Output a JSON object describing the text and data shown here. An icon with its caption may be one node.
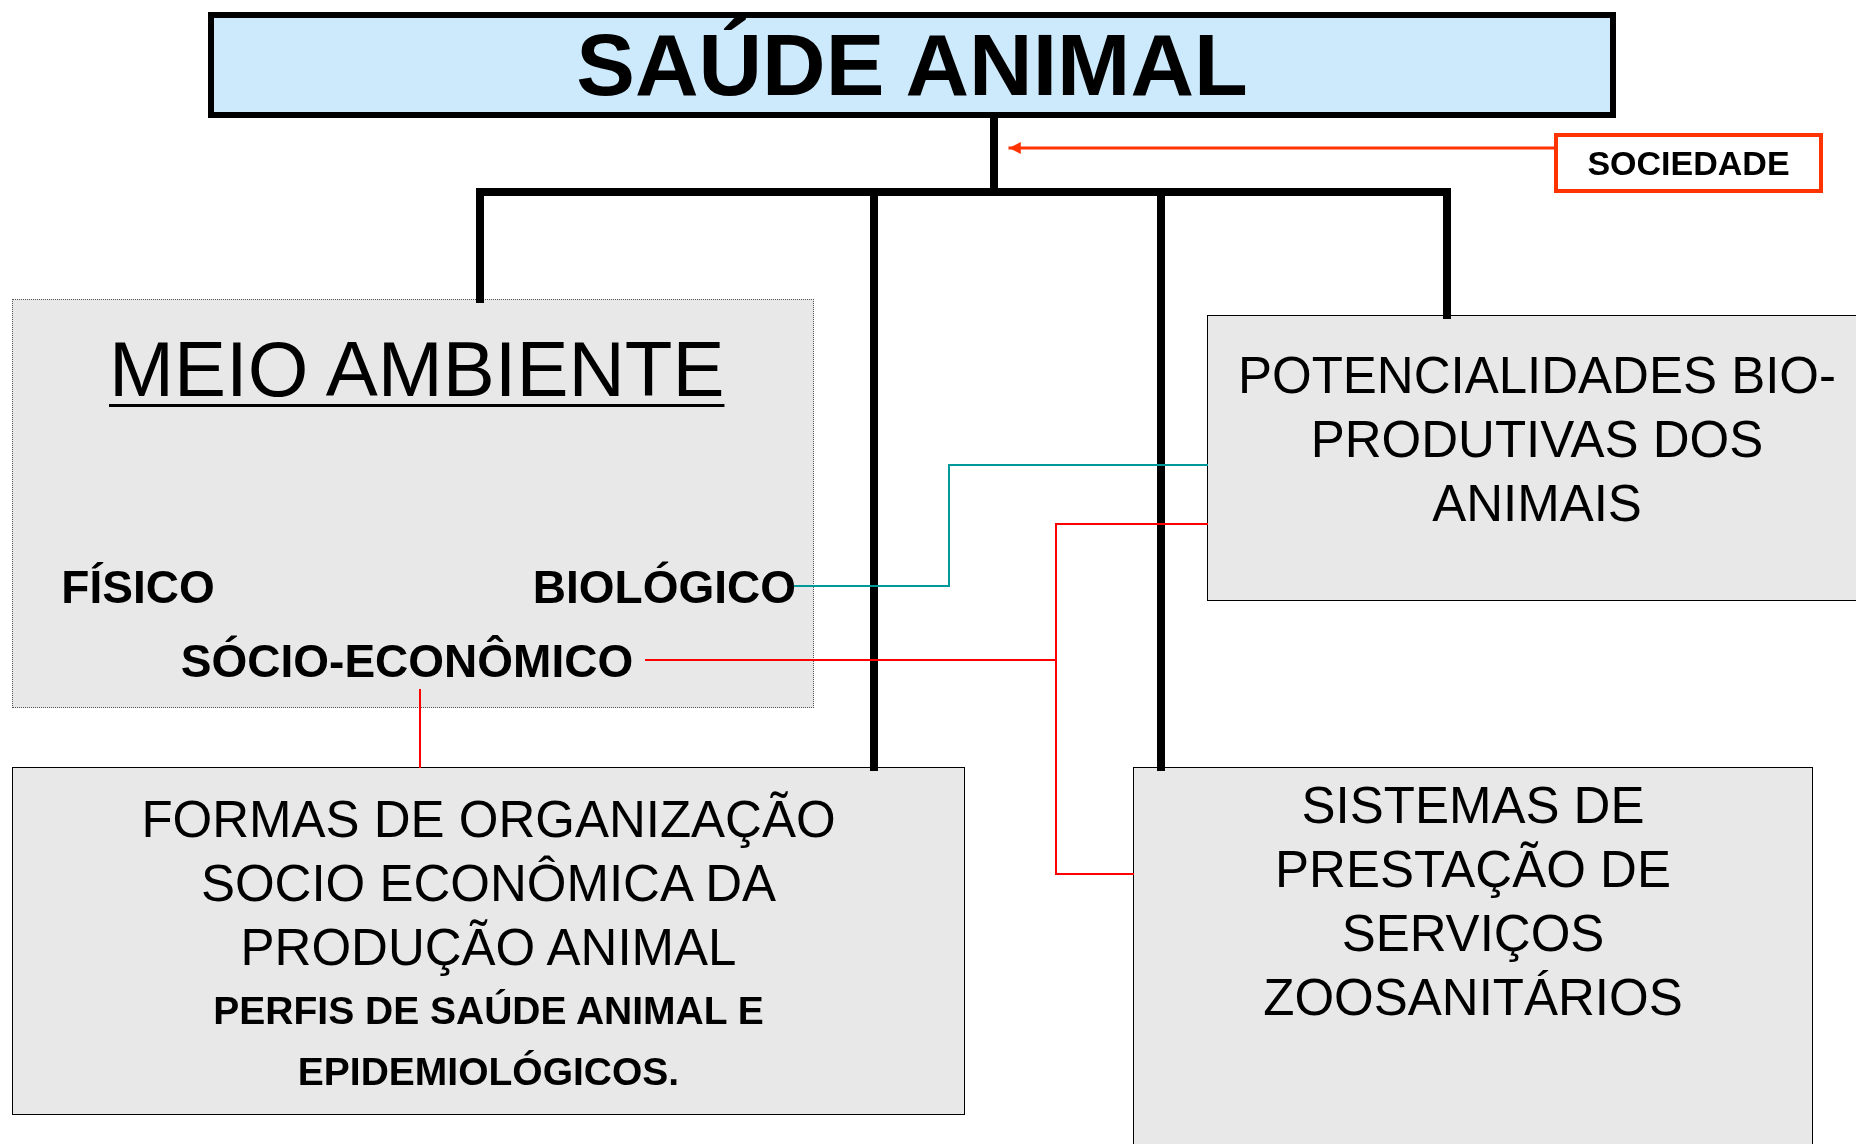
{
  "diagram": {
    "nodes": [
      {
        "text": [
          "SAÚDE ANIMAL"
        ]
      },
      {
        "text": [
          "SOCIEDADE"
        ]
      },
      {
        "text": [
          "MEIO AMBIENTE"
        ]
      },
      {
        "text": [
          "FÍSICO"
        ],
        "in": 2
      },
      {
        "text": [
          "BIOLÓGICO"
        ],
        "in": 2
      },
      {
        "text": [
          "SÓCIO-ECONÔMICO"
        ],
        "in": 2
      },
      {
        "text": [
          "POTENCIALIDADES BIO-PRODUTIVAS DOS ANIMAIS"
        ]
      },
      {
        "text": [
          "FORMAS DE ORGANIZAÇÃO SOCIO ECONÔMICA DA PRODUÇÃO ANIMAL",
          "PERFIS DE SAÚDE ANIMAL E EPIDEMIOLÓGICOS."
        ]
      },
      {
        "text": [
          "SISTEMAS DE PRESTAÇÃO DE SERVIÇOS ZOOSANITÁRIOS"
        ]
      }
    ],
    "edges": [
      {
        "from": 0,
        "to": 2,
        "arrow": "none",
        "style": "thick"
      },
      {
        "from": 0,
        "to": 7,
        "arrow": "none",
        "style": "thick"
      },
      {
        "from": 0,
        "to": 8,
        "arrow": "none",
        "style": "thick"
      },
      {
        "from": 0,
        "to": 6,
        "arrow": "none",
        "style": "thick"
      },
      {
        "from": 1,
        "to": 0,
        "arrow": "to",
        "color": "#ff3300"
      },
      {
        "from": 4,
        "to": 6,
        "arrow": "none",
        "color": "#009999"
      },
      {
        "from": 5,
        "to": 6,
        "arrow": "none",
        "color": "#ff0000"
      },
      {
        "from": 5,
        "to": 8,
        "arrow": "none",
        "color": "#ff0000"
      },
      {
        "from": 5,
        "to": 7,
        "arrow": "none",
        "color": "#ff0000"
      }
    ]
  }
}
